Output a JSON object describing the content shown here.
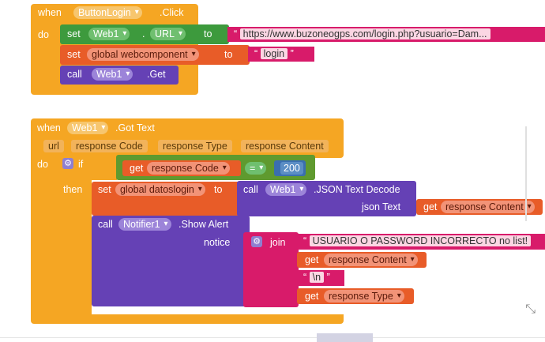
{
  "block1": {
    "when": "when",
    "component": "ButtonLogin",
    "event": ".Click",
    "do": "do",
    "set1": {
      "set": "set",
      "component": "Web1",
      "dot": ".",
      "prop": "URL",
      "to": "to",
      "value": "https://www.buzoneogps.com/login.php?usuario=Dam..."
    },
    "set2": {
      "set": "set",
      "var": "global webcomponent",
      "to": "to",
      "value": "login"
    },
    "call": {
      "call": "call",
      "component": "Web1",
      "method": ".Get"
    }
  },
  "block2": {
    "when": "when",
    "component": "Web1",
    "event": ".Got Text",
    "params": [
      "url",
      "response Code",
      "response Type",
      "response Content"
    ],
    "do": "do",
    "if": "if",
    "get1": {
      "get": "get",
      "var": "response Code"
    },
    "op": "=",
    "num": "200",
    "then": "then",
    "set": {
      "set": "set",
      "var": "global datoslogin",
      "to": "to"
    },
    "decode": {
      "call": "call",
      "component": "Web1",
      "method": ".JSON Text Decode",
      "arg": "json Text"
    },
    "get2": {
      "get": "get",
      "var": "response Content"
    },
    "alert": {
      "call": "call",
      "component": "Notifier1",
      "method": ".Show Alert",
      "arg": "notice"
    },
    "join": "join",
    "str1": "USUARIO O PASSWORD INCORRECTO no list!",
    "get3": {
      "get": "get",
      "var": "response Content"
    },
    "str2": "\\n",
    "get4": {
      "get": "get",
      "var": "response Type"
    }
  },
  "icons": {
    "gear": "gear-icon",
    "resize": "resize-icon"
  }
}
